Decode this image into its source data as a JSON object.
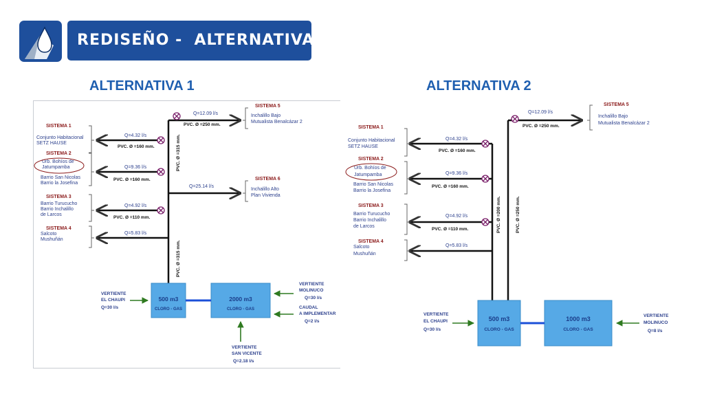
{
  "header": {
    "title": "REDISEÑO -  ALTERNATIVAS",
    "logo_icon": "water-drop-icon"
  },
  "colors": {
    "brand_blue": "#1e4f9c",
    "alt_title_blue": "#1f5fb0",
    "sistema_red": "#8b1a1a",
    "label_blue": "#2b3f8c",
    "tank_fill": "#56a9e6",
    "arrow_green": "#2f7a20"
  },
  "alt1": {
    "title": "ALTERNATIVA 1",
    "s1": {
      "title": "SISTEMA 1",
      "l1": "Conjunto Habitacional",
      "l2": "SETZ HAUSE"
    },
    "s2": {
      "title": "SISTEMA 2",
      "l1": "Urb. Bohíos de",
      "l2": "Jatumpamba",
      "l3": "Barrio San Nicolas",
      "l4": "Barrio la Josefina"
    },
    "s3": {
      "title": "SISTEMA 3",
      "l1": "Barrio Turucucho",
      "l2": "Barrio Inchalillo",
      "l3": "de Larcos"
    },
    "s4": {
      "title": "SISTEMA 4",
      "l1": "Salcoto",
      "l2": "Mushuñán"
    },
    "s5": {
      "title": "SISTEMA 5",
      "l1": "Inchalillo Bajo",
      "l2": "Mutualista Benalcázar 2"
    },
    "s6": {
      "title": "SISTEMA 6",
      "l1": "Inchalillo Alto",
      "l2": "Plan Vivienda"
    },
    "q": {
      "q1": "Q=4.32 l/s",
      "q2": "Q=9.36 l/s",
      "q3": "Q=4.92 l/s",
      "q4": "Q=5.83 l/s",
      "q5": "Q=12.09 l/s",
      "q6": "Q=25.14 l/s"
    },
    "pvc": {
      "p1": "PVC. Ø =160 mm.",
      "p2": "PVC. Ø =160 mm.",
      "p3": "PVC. Ø =110 mm.",
      "p5": "PVC. Ø =250 mm.",
      "v1": "PVC. Ø =315 mm.",
      "v2": "PVC. Ø =315 mm."
    },
    "tank1": {
      "name": "500 m3",
      "sub": "CLORO - GAS"
    },
    "tank2": {
      "name": "2000 m3",
      "sub": "CLORO - GAS"
    },
    "chaupi": {
      "l1": "VERTIENTE",
      "l2": "EL CHAUPI",
      "l3": "Q=30 l/s"
    },
    "molinuco": {
      "l1": "VERTIENTE",
      "l2": "MOLINUCO",
      "l3": "Q=30 l/s"
    },
    "caudal": {
      "l1": "CAUDAL",
      "l2": "A IMPLEMENTAR",
      "l3": "Q=2 l/s"
    },
    "vicente": {
      "l1": "VERTIENTE",
      "l2": "SAN VICENTE",
      "l3": "Q=2.18 l/s"
    }
  },
  "alt2": {
    "title": "ALTERNATIVA 2",
    "s1": {
      "title": "SISTEMA 1",
      "l1": "Conjunto Habitacional",
      "l2": "SETZ HAUSE"
    },
    "s2": {
      "title": "SISTEMA 2",
      "l1": "Urb. Bohíos de",
      "l2": "Jatumpamba",
      "l3": "Barrio San Nicolas",
      "l4": "Barrio la Josefina"
    },
    "s3": {
      "title": "SISTEMA 3",
      "l1": "Barrio Turucucho",
      "l2": "Barrio Inchalillo",
      "l3": "de Larcos"
    },
    "s4": {
      "title": "SISTEMA 4",
      "l1": "Salcoto",
      "l2": "Mushuñán"
    },
    "s5": {
      "title": "SISTEMA 5",
      "l1": "Inchalillo Bajo",
      "l2": "Mutualista Benalcázar 2"
    },
    "q": {
      "q1": "Q=4.32 l/s",
      "q2": "Q=9.36 l/s",
      "q3": "Q=4.92 l/s",
      "q4": "Q=5.83 l/s",
      "q5": "Q=12.09 l/s"
    },
    "pvc": {
      "p1": "PVC. Ø =160 mm.",
      "p2": "PVC. Ø =160 mm.",
      "p3": "PVC. Ø =110 mm.",
      "p5": "PVC. Ø =250 mm.",
      "v1": "PVC. Ø =200 mm.",
      "v2": "PVC. Ø =250 mm."
    },
    "tank1": {
      "name": "500 m3",
      "sub": "CLORO - GAS"
    },
    "tank2": {
      "name": "1000 m3",
      "sub": "CLORO - GAS"
    },
    "chaupi": {
      "l1": "VERTIENTE",
      "l2": "EL CHAUPI",
      "l3": "Q=30 l/s"
    },
    "molinuco": {
      "l1": "VERTIENTE",
      "l2": "MOLINUCO",
      "l3": "Q=8 l/s"
    }
  }
}
